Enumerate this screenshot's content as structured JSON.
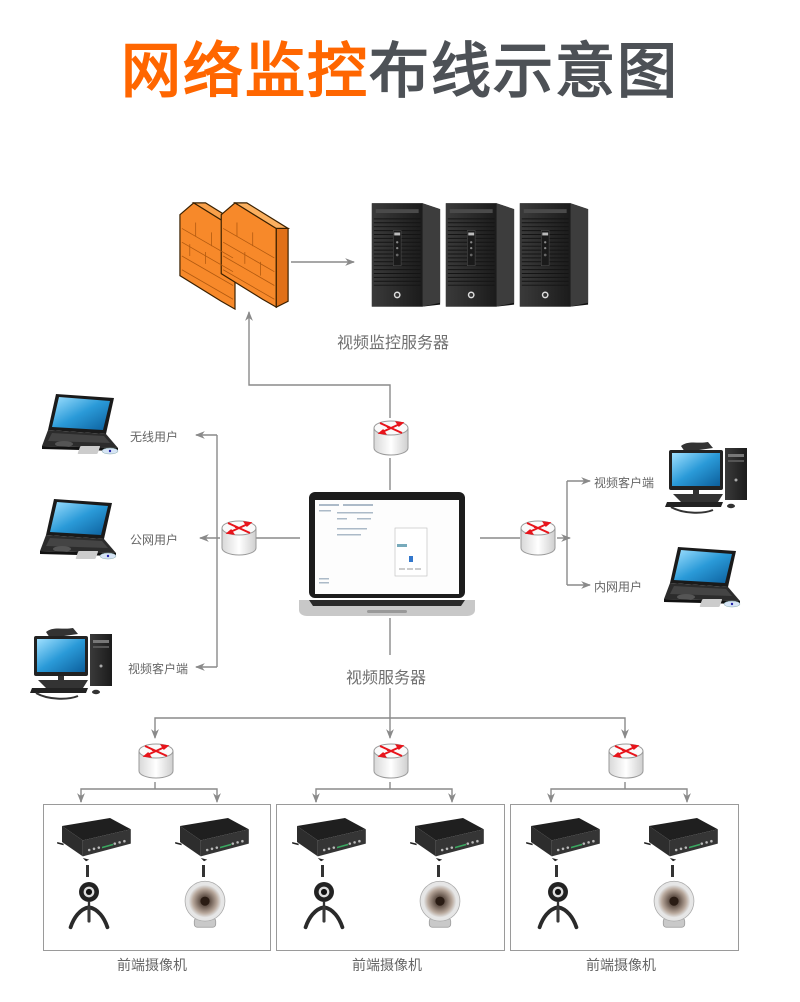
{
  "title": {
    "highlight": "网络监控",
    "rest": "布线示意图",
    "highlight_color": "#ff6600",
    "rest_color": "#4d5156"
  },
  "nodes": {
    "firewall": {
      "icon": "firewall-icon"
    },
    "servers": {
      "label": "视频监控服务器",
      "count": 3,
      "icon": "server-tower-icon"
    },
    "core_router": {
      "icon": "router-icon"
    },
    "video_server": {
      "label": "视频服务器",
      "icon": "laptop-icon"
    },
    "left_router": {
      "icon": "router-icon"
    },
    "right_router": {
      "icon": "router-icon"
    },
    "left_clients": [
      {
        "label": "无线用户",
        "icon": "laptop-icon"
      },
      {
        "label": "公网用户",
        "icon": "laptop-icon"
      },
      {
        "label": "视频客户端",
        "icon": "desktop-pc-icon"
      }
    ],
    "right_clients": [
      {
        "label": "视频客户端",
        "icon": "desktop-pc-icon"
      },
      {
        "label": "内网用户",
        "icon": "laptop-icon"
      }
    ],
    "front_groups": [
      {
        "label": "前端摄像机",
        "devices": [
          "dvr-box-icon",
          "dvr-box-icon"
        ],
        "cameras": [
          "webcam-icon",
          "ir-camera-icon"
        ]
      },
      {
        "label": "前端摄像机",
        "devices": [
          "dvr-box-icon",
          "dvr-box-icon"
        ],
        "cameras": [
          "webcam-icon",
          "ir-camera-icon"
        ]
      },
      {
        "label": "前端摄像机",
        "devices": [
          "dvr-box-icon",
          "dvr-box-icon"
        ],
        "cameras": [
          "webcam-icon",
          "ir-camera-icon"
        ]
      }
    ]
  },
  "colors": {
    "wire": "#8a8a8a",
    "firewall": "#f7892a",
    "router_arrow": "#e8141b",
    "server": "#2a2a2a"
  }
}
